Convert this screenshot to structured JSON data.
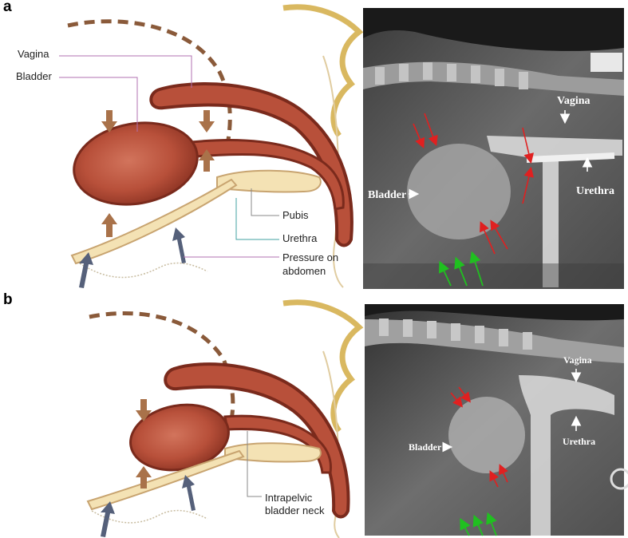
{
  "panels": [
    {
      "letter": "a",
      "illustration_labels": {
        "vagina": "Vagina",
        "bladder": "Bladder",
        "pubis": "Pubis",
        "urethra": "Urethra",
        "pressure_line1": "Pressure on",
        "pressure_line2": "abdomen"
      },
      "radiograph_labels": {
        "vagina": "Vagina",
        "bladder": "Bladder",
        "urethra": "Urethra"
      }
    },
    {
      "letter": "b",
      "illustration_labels": {
        "neck_line1": "Intrapelvic",
        "neck_line2": "bladder neck"
      },
      "radiograph_labels": {
        "vagina": "Vagina",
        "bladder": "Bladder",
        "urethra": "Urethra"
      }
    }
  ],
  "colors": {
    "organ": "#b8503a",
    "organ_dark": "#7a2a1c",
    "fur": "#d9b860",
    "bone": "#f4e2b4",
    "force_arrow_brown": "#a9724a",
    "force_arrow_gray": "#55607a",
    "xray_red_arrow": "#e02020",
    "xray_green_arrow": "#20c020",
    "leader_line": "#b070b0",
    "leader_line_teal": "#40a0a0"
  }
}
